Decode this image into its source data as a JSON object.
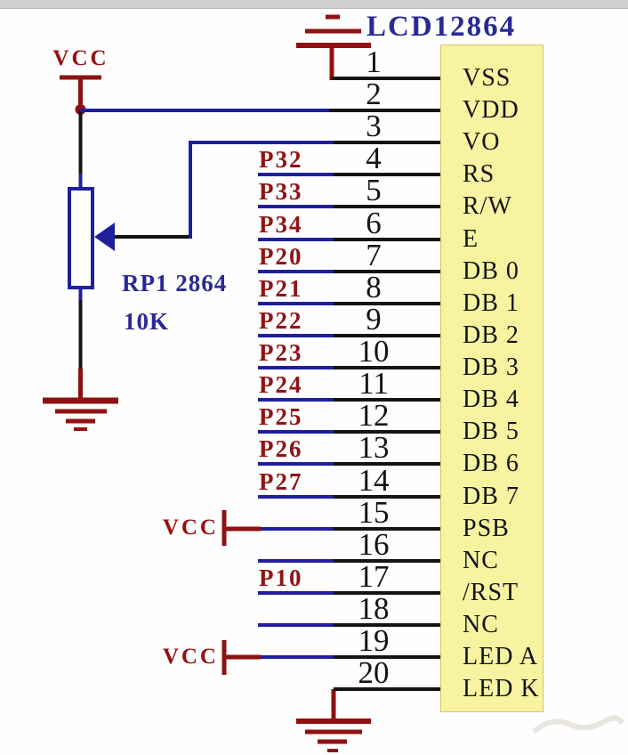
{
  "diagram": {
    "title": "LCD12864",
    "component": {
      "ref": "RP1 2864",
      "value": "10K"
    },
    "power_labels": {
      "vcc_top": "VCC",
      "vcc_psb": "VCC",
      "vcc_led": "VCC"
    },
    "pins": [
      {
        "number": "1",
        "name": "VSS",
        "port": ""
      },
      {
        "number": "2",
        "name": "VDD",
        "port": ""
      },
      {
        "number": "3",
        "name": "VO",
        "port": ""
      },
      {
        "number": "4",
        "name": "RS",
        "port": "P32"
      },
      {
        "number": "5",
        "name": "R/W",
        "port": "P33"
      },
      {
        "number": "6",
        "name": "E",
        "port": "P34"
      },
      {
        "number": "7",
        "name": "DB 0",
        "port": "P20"
      },
      {
        "number": "8",
        "name": "DB 1",
        "port": "P21"
      },
      {
        "number": "9",
        "name": "DB 2",
        "port": "P22"
      },
      {
        "number": "10",
        "name": "DB 3",
        "port": "P23"
      },
      {
        "number": "11",
        "name": "DB 4",
        "port": "P24"
      },
      {
        "number": "12",
        "name": "DB 5",
        "port": "P25"
      },
      {
        "number": "13",
        "name": "DB 6",
        "port": "P26"
      },
      {
        "number": "14",
        "name": "DB 7",
        "port": "P27"
      },
      {
        "number": "15",
        "name": "PSB",
        "port": ""
      },
      {
        "number": "16",
        "name": "NC",
        "port": ""
      },
      {
        "number": "17",
        "name": "/RST",
        "port": "P10"
      },
      {
        "number": "18",
        "name": "NC",
        "port": ""
      },
      {
        "number": "19",
        "name": "LED A",
        "port": ""
      },
      {
        "number": "20",
        "name": "LED K",
        "port": ""
      }
    ]
  },
  "colors": {
    "wire_blue": "#1f1f9e",
    "wire_black": "#141414",
    "dark_red": "#8f1111",
    "box_fill": "#f7f3a1",
    "text_blue": "#2a2a96",
    "port_red": "#8f1414"
  }
}
